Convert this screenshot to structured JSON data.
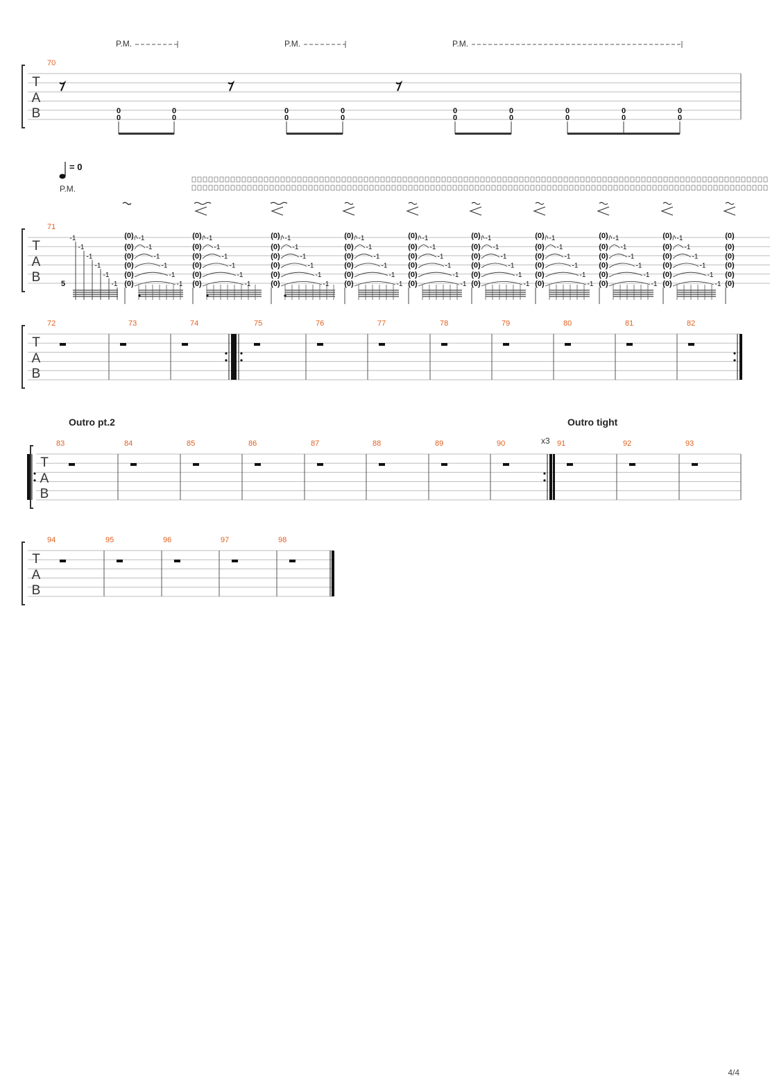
{
  "page": {
    "number": "4/4"
  },
  "labels": {
    "palm_mute": "P.M.",
    "repeat_count": "x3",
    "tempo_value": "= 0",
    "tab_letters": [
      "T",
      "A",
      "B"
    ],
    "tuplet": "5"
  },
  "systems": [
    {
      "measures": [
        "70"
      ],
      "section": "",
      "palm_mutes": 3
    },
    {
      "measures": [
        "71"
      ],
      "section": "",
      "tempo": true
    },
    {
      "measures": [
        "72",
        "73",
        "74",
        "75",
        "76",
        "77",
        "78",
        "79",
        "80",
        "81",
        "82"
      ],
      "section": ""
    },
    {
      "measures": [
        "83",
        "84",
        "85",
        "86",
        "87",
        "88",
        "89",
        "90",
        "91",
        "92",
        "93"
      ],
      "sections": [
        {
          "title": "Outro pt.2",
          "at": "83"
        },
        {
          "title": "Outro tight",
          "at": "91"
        }
      ]
    },
    {
      "measures": [
        "94",
        "95",
        "96",
        "97",
        "98"
      ],
      "section": ""
    }
  ],
  "notation": {
    "m70_fret": "0",
    "m71_bend_fret": "-1",
    "m71_ghost_fret": "(0)"
  }
}
